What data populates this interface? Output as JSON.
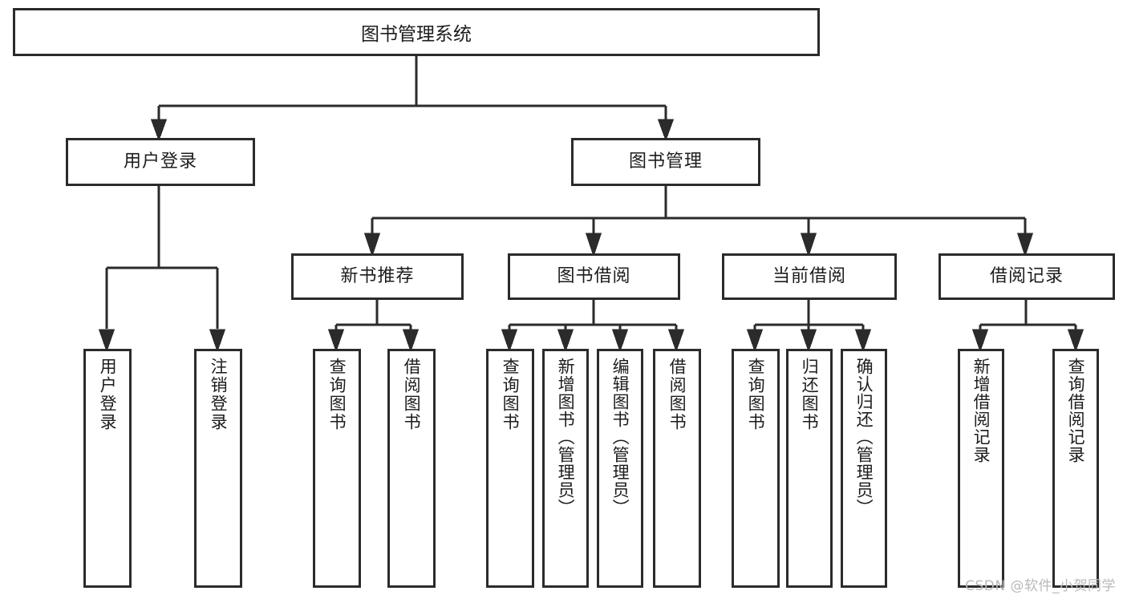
{
  "diagram": {
    "title": "图书管理系统",
    "type": "tree",
    "watermark": "CSDN @软件_小贺同学",
    "colors": {
      "box_border": "#2b2b2b",
      "box_fill": "#ffffff",
      "connector": "#2b2b2b",
      "text": "#1c1c1c",
      "watermark": "#b9b9b9",
      "background": "#ffffff"
    },
    "root": {
      "label": "图书管理系统"
    },
    "level2": [
      {
        "label": "用户登录"
      },
      {
        "label": "图书管理"
      }
    ],
    "level3": [
      {
        "label": "新书推荐"
      },
      {
        "label": "图书借阅"
      },
      {
        "label": "当前借阅"
      },
      {
        "label": "借阅记录"
      }
    ],
    "leaves": [
      {
        "label": "用户登录",
        "parent": "用户登录"
      },
      {
        "label": "注销登录",
        "parent": "用户登录"
      },
      {
        "label": "查询图书",
        "parent": "新书推荐"
      },
      {
        "label": "借阅图书",
        "parent": "新书推荐"
      },
      {
        "label": "查询图书",
        "parent": "图书借阅"
      },
      {
        "label": "新增图书（管理员）",
        "parent": "图书借阅"
      },
      {
        "label": "编辑图书（管理员）",
        "parent": "图书借阅"
      },
      {
        "label": "借阅图书",
        "parent": "图书借阅"
      },
      {
        "label": "查询图书",
        "parent": "当前借阅"
      },
      {
        "label": "归还图书",
        "parent": "当前借阅"
      },
      {
        "label": "确认归还（管理员）",
        "parent": "当前借阅"
      },
      {
        "label": "新增借阅记录",
        "parent": "借阅记录"
      },
      {
        "label": "查询借阅记录",
        "parent": "借阅记录"
      }
    ]
  }
}
